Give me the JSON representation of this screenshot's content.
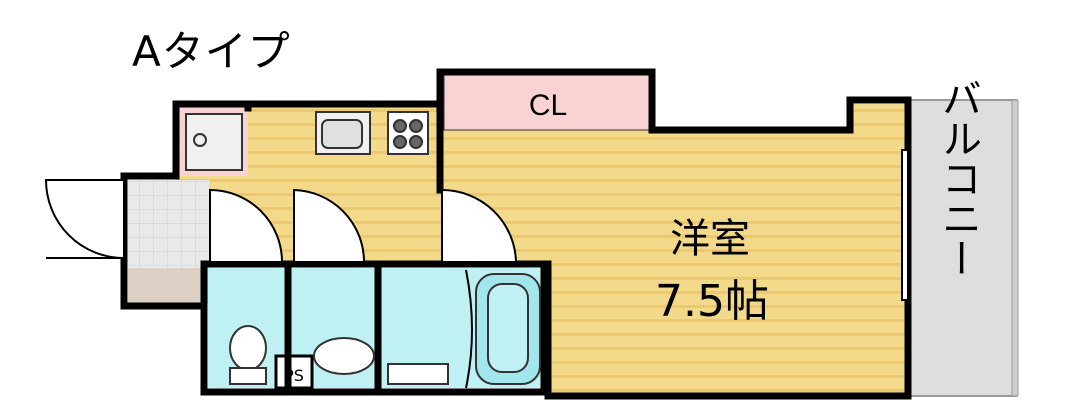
{
  "plan": {
    "type_label": "Aタイプ",
    "closet_label": "CL",
    "room_label_line1": "洋室",
    "room_label_line2": "7.5帖",
    "balcony_label": "バルコニー",
    "ps_label": "PS"
  },
  "colors": {
    "floor_wood": "#f3d98a",
    "floor_stripe": "#e8c86c",
    "wet_area": "#bff0f3",
    "closet": "#f9d3d3",
    "entry_tile": "#e6e6e6",
    "genkan": "#dccfc4",
    "balcony": "#dedede",
    "wall": "#000000"
  }
}
